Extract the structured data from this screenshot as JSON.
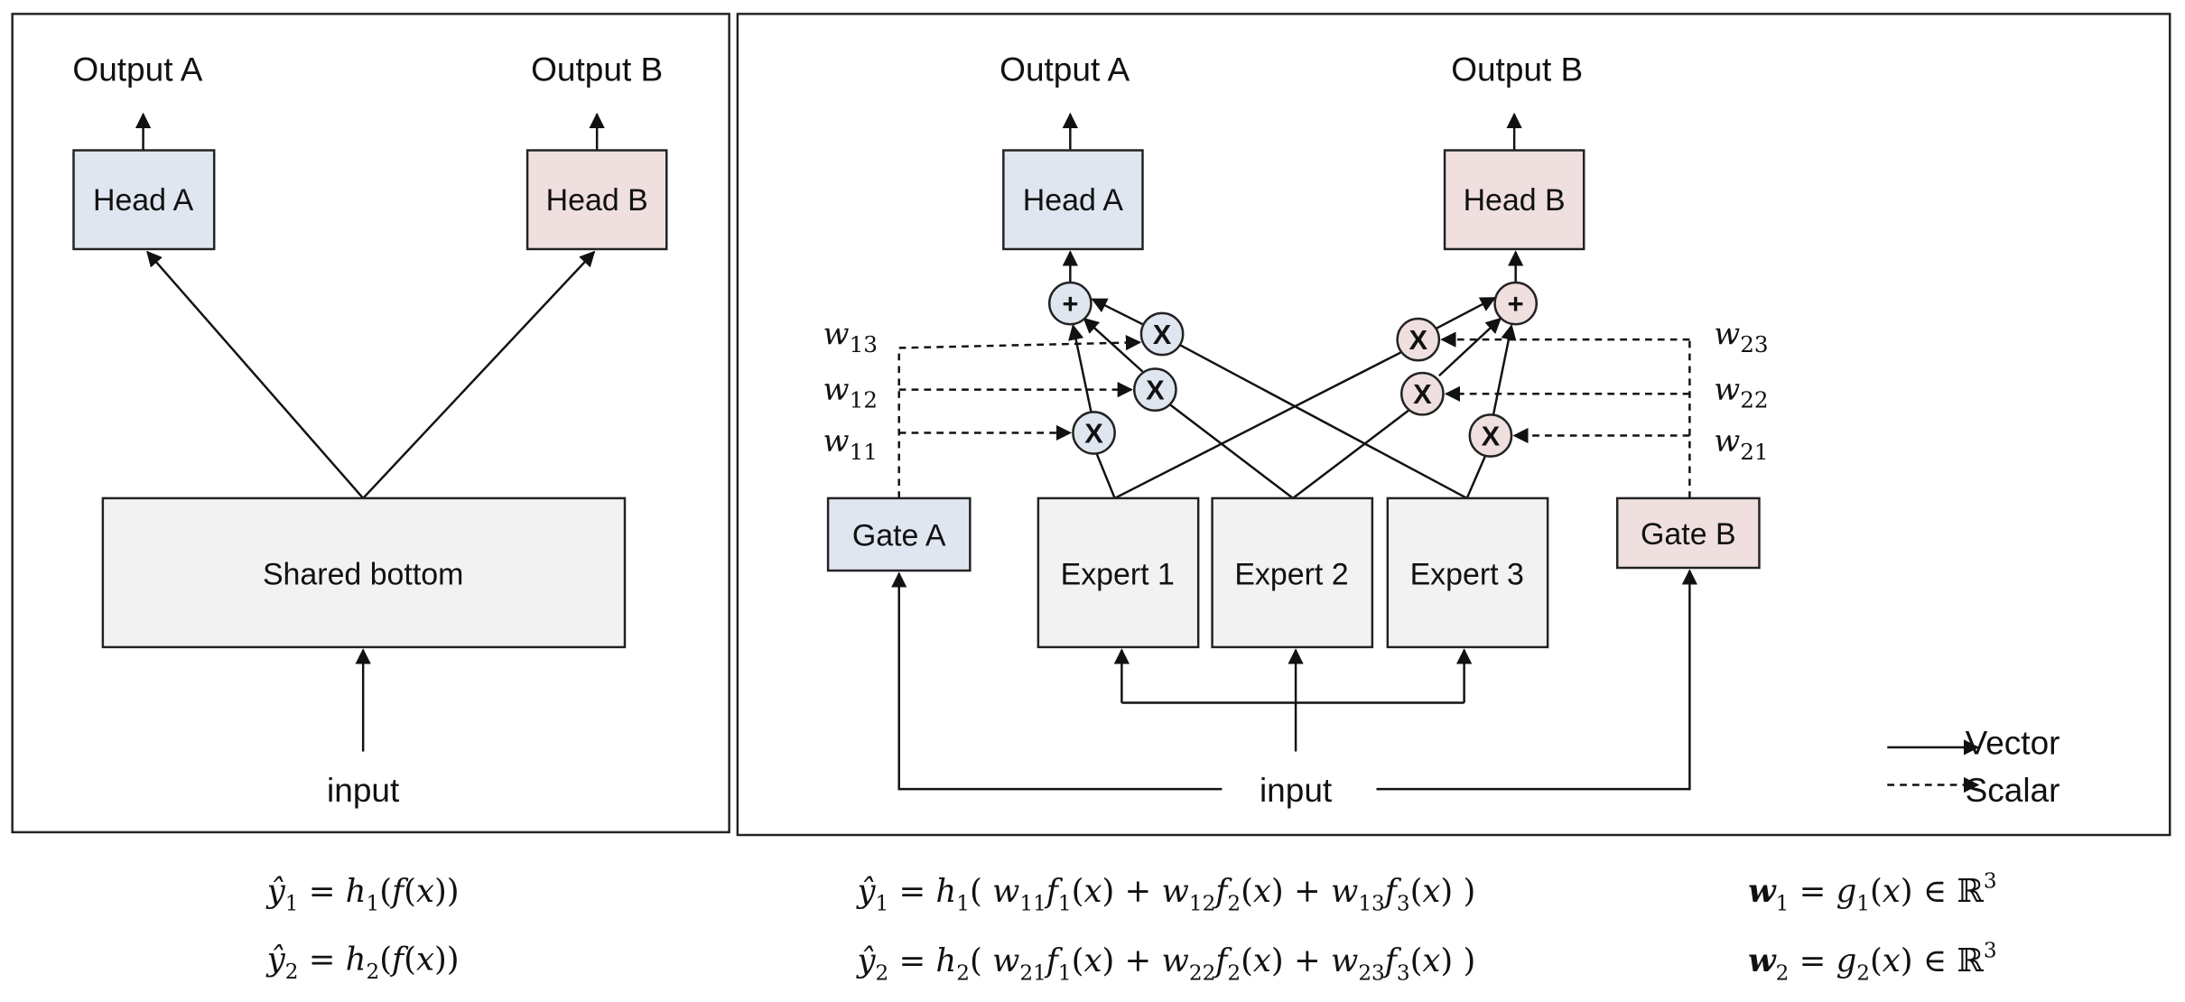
{
  "colors": {
    "head_a": "#dfe6f0",
    "head_b": "#f0dfdf",
    "shared": "#f2f2f2",
    "line": "#111111"
  },
  "left_panel": {
    "output_a": "Output A",
    "output_b": "Output B",
    "head_a": "Head A",
    "head_b": "Head B",
    "shared_bottom": "Shared bottom",
    "input": "input",
    "formula_1": [
      [
        "ŷ",
        "i"
      ],
      [
        "1",
        "sub"
      ],
      [
        " = ",
        "n"
      ],
      [
        "h",
        "i"
      ],
      [
        "1",
        "sub"
      ],
      [
        "(",
        "n"
      ],
      [
        "f",
        "i"
      ],
      [
        "(",
        "n"
      ],
      [
        "x",
        "i"
      ],
      [
        "))",
        "n"
      ]
    ],
    "formula_2": [
      [
        "ŷ",
        "i"
      ],
      [
        "2",
        "sub"
      ],
      [
        " = ",
        "n"
      ],
      [
        "h",
        "i"
      ],
      [
        "2",
        "sub"
      ],
      [
        "(",
        "n"
      ],
      [
        "f",
        "i"
      ],
      [
        "(",
        "n"
      ],
      [
        "x",
        "i"
      ],
      [
        "))",
        "n"
      ]
    ]
  },
  "right_panel": {
    "output_a": "Output A",
    "output_b": "Output B",
    "head_a": "Head A",
    "head_b": "Head B",
    "gate_a": "Gate A",
    "gate_b": "Gate B",
    "experts": [
      "Expert 1",
      "Expert 2",
      "Expert 3"
    ],
    "input": "input",
    "plus_symbol": "+",
    "multiply_symbol": "X",
    "weights_a": [
      [
        "w",
        "13"
      ],
      [
        "w",
        "12"
      ],
      [
        "w",
        "11"
      ]
    ],
    "weights_b": [
      [
        "w",
        "23"
      ],
      [
        "w",
        "22"
      ],
      [
        "w",
        "21"
      ]
    ],
    "legend": {
      "vector": "Vector",
      "scalar": "Scalar"
    },
    "formula_1": [
      [
        "ŷ",
        "i"
      ],
      [
        "1",
        "sub"
      ],
      [
        " = ",
        "n"
      ],
      [
        "h",
        "i"
      ],
      [
        "1",
        "sub"
      ],
      [
        "(  ",
        "n"
      ],
      [
        "w",
        "i"
      ],
      [
        "11",
        "sub"
      ],
      [
        "f",
        "i"
      ],
      [
        "1",
        "sub"
      ],
      [
        "(",
        "n"
      ],
      [
        "x",
        "i"
      ],
      [
        ") + ",
        "n"
      ],
      [
        "w",
        "i"
      ],
      [
        "12",
        "sub"
      ],
      [
        "f",
        "i"
      ],
      [
        "2",
        "sub"
      ],
      [
        "(",
        "n"
      ],
      [
        "x",
        "i"
      ],
      [
        ") + ",
        "n"
      ],
      [
        "w",
        "i"
      ],
      [
        "13",
        "sub"
      ],
      [
        "f",
        "i"
      ],
      [
        "3",
        "sub"
      ],
      [
        "(",
        "n"
      ],
      [
        "x",
        "i"
      ],
      [
        ")  )",
        "n"
      ]
    ],
    "formula_2": [
      [
        "ŷ",
        "i"
      ],
      [
        "2",
        "sub"
      ],
      [
        " = ",
        "n"
      ],
      [
        "h",
        "i"
      ],
      [
        "2",
        "sub"
      ],
      [
        "(  ",
        "n"
      ],
      [
        "w",
        "i"
      ],
      [
        "21",
        "sub"
      ],
      [
        "f",
        "i"
      ],
      [
        "1",
        "sub"
      ],
      [
        "(",
        "n"
      ],
      [
        "x",
        "i"
      ],
      [
        ") + ",
        "n"
      ],
      [
        "w",
        "i"
      ],
      [
        "22",
        "sub"
      ],
      [
        "f",
        "i"
      ],
      [
        "2",
        "sub"
      ],
      [
        "(",
        "n"
      ],
      [
        "x",
        "i"
      ],
      [
        ") + ",
        "n"
      ],
      [
        "w",
        "i"
      ],
      [
        "23",
        "sub"
      ],
      [
        "f",
        "i"
      ],
      [
        "3",
        "sub"
      ],
      [
        "(",
        "n"
      ],
      [
        "x",
        "i"
      ],
      [
        ")  )",
        "n"
      ]
    ],
    "gate_formula_1": [
      [
        "w",
        "b"
      ],
      [
        "1",
        "sub"
      ],
      [
        " = ",
        "n"
      ],
      [
        "g",
        "i"
      ],
      [
        "1",
        "sub"
      ],
      [
        "(",
        "n"
      ],
      [
        "x",
        "i"
      ],
      [
        ") ∈ ℝ",
        "n"
      ],
      [
        "3",
        "sup"
      ]
    ],
    "gate_formula_2": [
      [
        "w",
        "b"
      ],
      [
        "2",
        "sub"
      ],
      [
        " = ",
        "n"
      ],
      [
        "g",
        "i"
      ],
      [
        "2",
        "sub"
      ],
      [
        "(",
        "n"
      ],
      [
        "x",
        "i"
      ],
      [
        ") ∈ ℝ",
        "n"
      ],
      [
        "3",
        "sup"
      ]
    ]
  }
}
